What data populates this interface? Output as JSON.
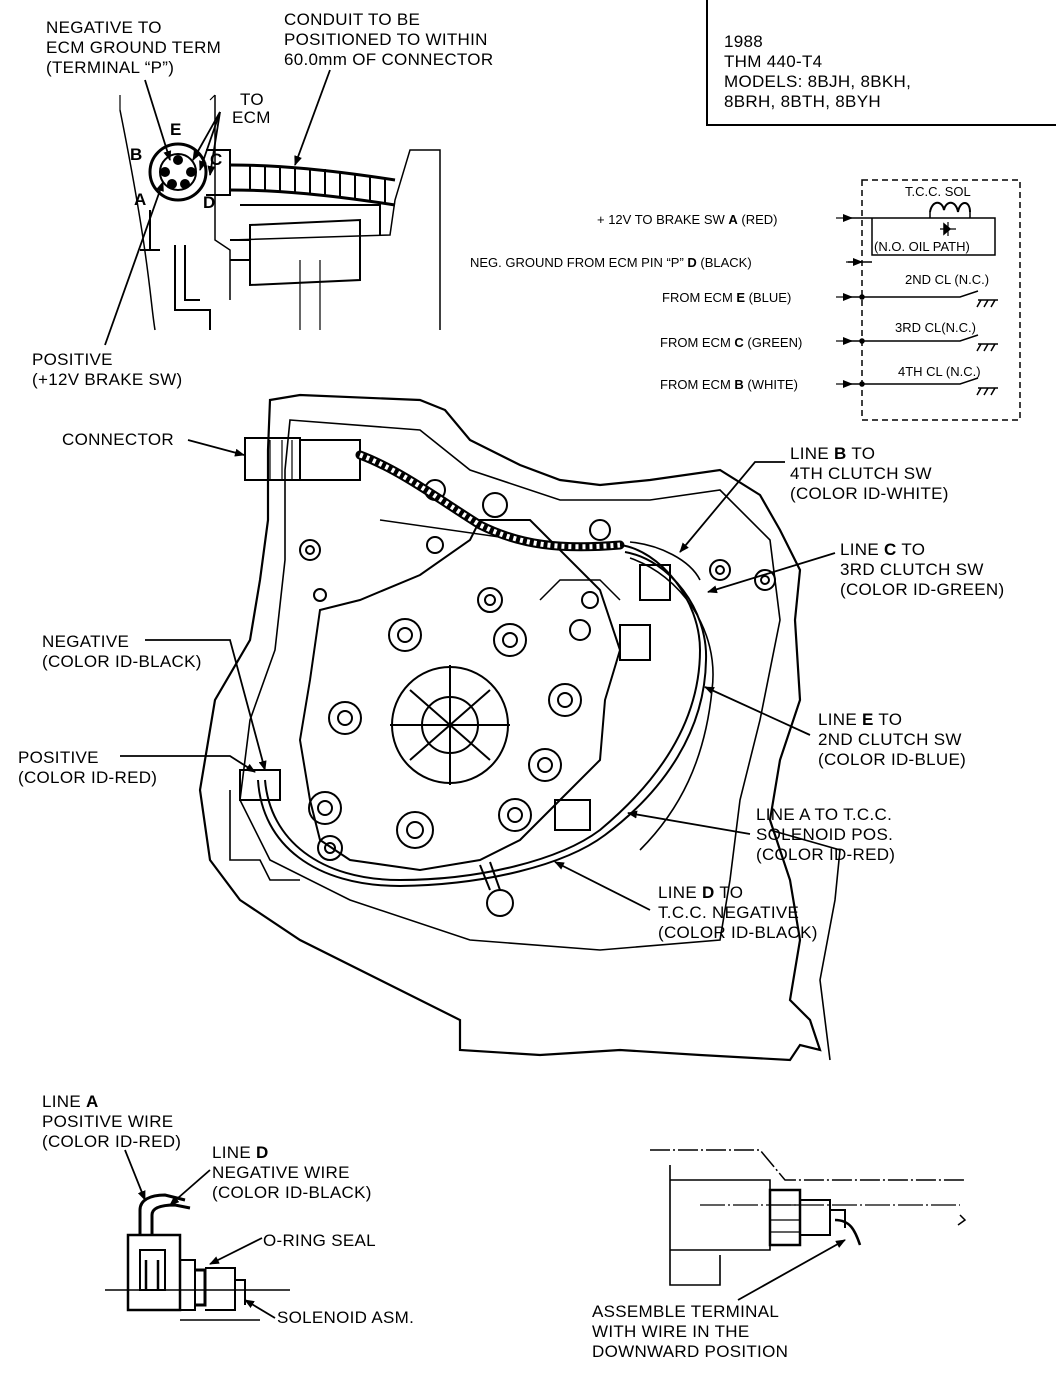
{
  "title_box": {
    "year": "1988",
    "transmission": "THM 440-T4",
    "models_line1": "MODELS: 8BJH, 8BKH,",
    "models_line2": "8BRH, 8BTH, 8BYH"
  },
  "top_left": {
    "negative_line1": "NEGATIVE TO",
    "negative_line2": "ECM GROUND TERM",
    "negative_line3": "(TERMINAL “P”)",
    "conduit_line1": "CONDUIT TO BE",
    "conduit_line2": "POSITIONED TO WITHIN",
    "conduit_line3": "60.0mm OF CONNECTOR",
    "to_ecm_line1": "TO",
    "to_ecm_line2": "ECM",
    "pin_a": "A",
    "pin_b": "B",
    "pin_c": "C",
    "pin_d": "D",
    "pin_e": "E",
    "positive_line1": "POSITIVE",
    "positive_line2": "(+12V BRAKE SW)"
  },
  "schematic": {
    "tcc_sol": "T.C.C. SOL",
    "oil_path": "(N.O. OIL PATH)",
    "rows": [
      {
        "pre": "+ 12V TO BRAKE SW ",
        "pin": "A",
        "post": " (RED)"
      },
      {
        "pre": "NEG. GROUND FROM ECM PIN “P” ",
        "pin": "D",
        "post": " (BLACK)"
      },
      {
        "pre": "FROM ECM ",
        "pin": "E",
        "post": " (BLUE)"
      },
      {
        "pre": "FROM ECM ",
        "pin": "C",
        "post": " (GREEN)"
      },
      {
        "pre": "FROM ECM ",
        "pin": "B",
        "post": " (WHITE)"
      }
    ],
    "cl2": "2ND CL (N.C.)",
    "cl3": "3RD CL(N.C.)",
    "cl4": "4TH CL (N.C.)"
  },
  "main": {
    "connector": "CONNECTOR",
    "line_b": {
      "pre": "LINE ",
      "pin": "B",
      "post": " TO",
      "l2": "4TH CLUTCH SW",
      "l3": "(COLOR ID-WHITE)"
    },
    "line_c": {
      "pre": "LINE ",
      "pin": "C",
      "post": " TO",
      "l2": "3RD CLUTCH SW",
      "l3": "(COLOR ID-GREEN)"
    },
    "line_e": {
      "pre": "LINE ",
      "pin": "E",
      "post": " TO",
      "l2": "2ND CLUTCH SW",
      "l3": "(COLOR ID-BLUE)"
    },
    "line_a": {
      "l1": "LINE A TO T.C.C.",
      "l2": "SOLENOID POS.",
      "l3": "(COLOR ID-RED)"
    },
    "line_d": {
      "pre": "LINE ",
      "pin": "D",
      "post": " TO",
      "l2": "T.C.C. NEGATIVE",
      "l3": "(COLOR ID-BLACK)"
    },
    "negative": {
      "l1": "NEGATIVE",
      "l2": "(COLOR ID-BLACK)"
    },
    "positive": {
      "l1": "POSITIVE",
      "l2": "(COLOR ID-RED)"
    }
  },
  "bottom_left": {
    "line_a_pre": "LINE ",
    "line_a_pin": "A",
    "line_a_l2": "POSITIVE WIRE",
    "line_a_l3": "(COLOR ID-RED)",
    "line_d_pre": "LINE ",
    "line_d_pin": "D",
    "line_d_l2": "NEGATIVE WIRE",
    "line_d_l3": "(COLOR ID-BLACK)",
    "oring": "O-RING SEAL",
    "solenoid": "SOLENOID ASM."
  },
  "bottom_right": {
    "l1": "ASSEMBLE TERMINAL",
    "l2": "WITH WIRE IN THE",
    "l3": "DOWNWARD POSITION"
  }
}
